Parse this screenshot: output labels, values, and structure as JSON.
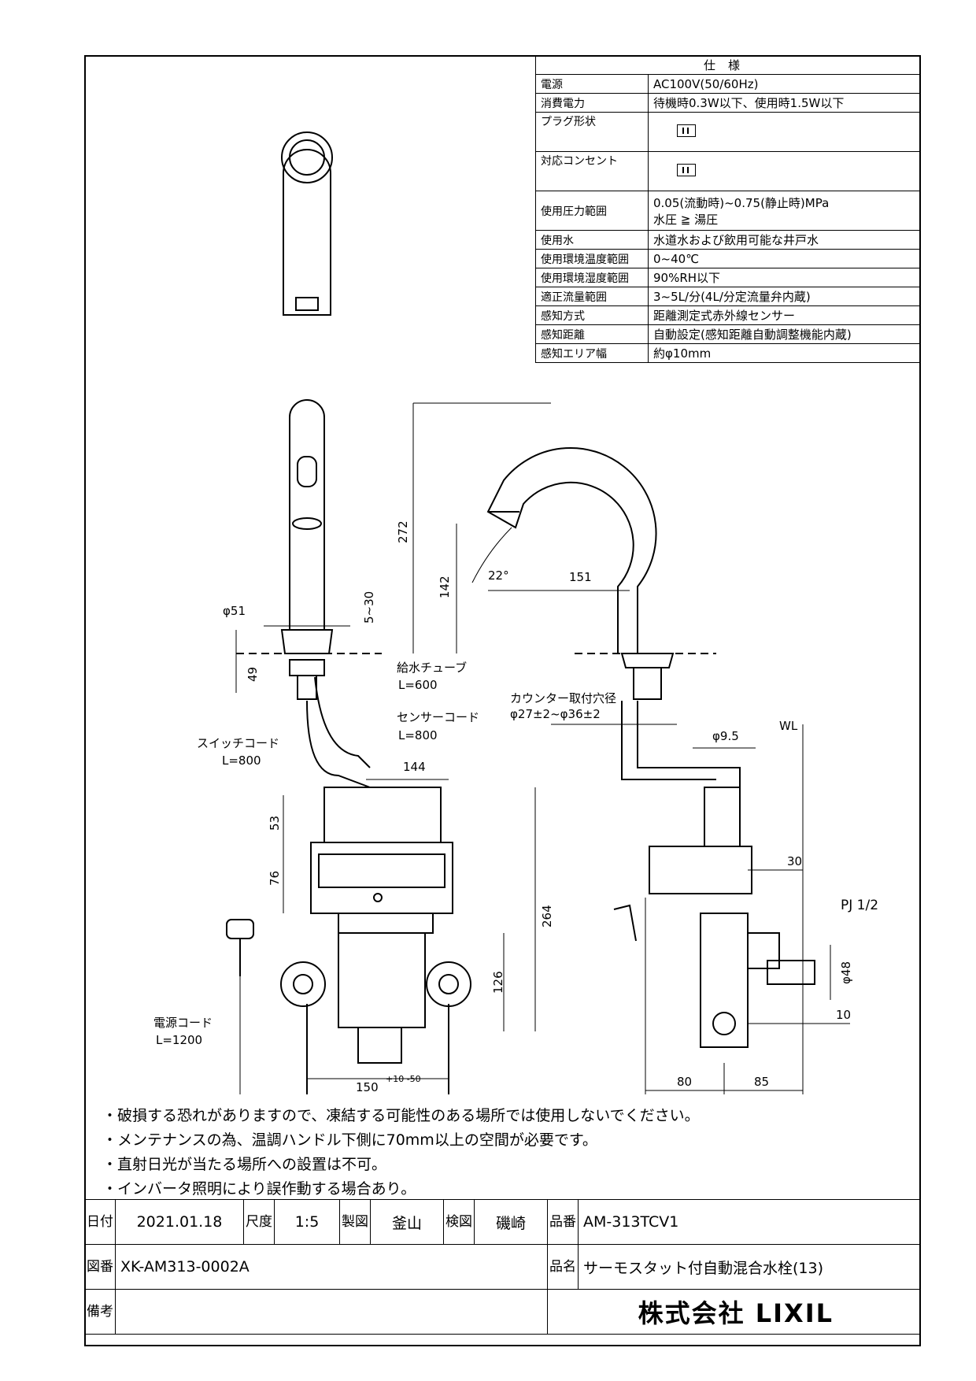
{
  "spec": {
    "header": "仕様",
    "rows": [
      {
        "k": "電源",
        "v": "AC100V(50/60Hz)"
      },
      {
        "k": "消費電力",
        "v": "待機時0.3W以下、使用時1.5W以下"
      },
      {
        "k": "プラグ形状",
        "v": ""
      },
      {
        "k": "対応コンセント",
        "v": ""
      },
      {
        "k": "使用圧力範囲",
        "v": "0.05(流動時)~0.75(静止時)MPa",
        "v2": "水圧 ≧ 湯圧"
      },
      {
        "k": "使用水",
        "v": "水道水および飲用可能な井戸水"
      },
      {
        "k": "使用環境温度範囲",
        "v": "0~40℃"
      },
      {
        "k": "使用環境湿度範囲",
        "v": "90%RH以下"
      },
      {
        "k": "適正流量範囲",
        "v": "3~5L/分(4L/分定流量弁内蔵)"
      },
      {
        "k": "感知方式",
        "v": "距離測定式赤外線センサー"
      },
      {
        "k": "感知距離",
        "v": "自動設定(感知距離自動調整機能内蔵)"
      },
      {
        "k": "感知エリア幅",
        "v": "約φ10mm"
      }
    ]
  },
  "dims": {
    "d272": "272",
    "d142": "142",
    "a22": "22°",
    "d151": "151",
    "phi51": "φ51",
    "d5_30": "5~30",
    "d49": "49",
    "supply_tube": "給水チューブ",
    "supply_tube_len": "L=600",
    "sensor_cord": "センサーコード",
    "sensor_cord_len": "L=800",
    "switch_cord": "スイッチコード",
    "switch_cord_len": "L=800",
    "d144": "144",
    "d53": "53",
    "d76": "76",
    "d264": "264",
    "d126": "126",
    "power_cord": "電源コード",
    "power_cord_len": "L=1200",
    "d150": "150",
    "tol": "+10 -50",
    "counter_hole": "カウンター取付穴径",
    "counter_hole_dia": "φ27±2~φ36±2",
    "phi9_5": "φ9.5",
    "wl": "WL",
    "d30": "30",
    "pj": "PJ 1/2",
    "phi48": "φ48",
    "d10": "10",
    "d80": "80",
    "d85": "85"
  },
  "notes": [
    "・破損する恐れがありますので、凍結する可能性のある場所では使用しないでください。",
    "・メンテナンスの為、温調ハンドル下側に70mm以上の空間が必要です。",
    "・直射日光が当たる場所への設置は不可。",
    "・インバータ照明により誤作動する場合あり。"
  ],
  "title_block": {
    "date_label": "日付",
    "date": "2021.01.18",
    "scale_label": "尺度",
    "scale": "1:5",
    "drawn_label": "製図",
    "drawn": "釜山",
    "checked_label": "検図",
    "checked": "磯崎",
    "product_no_label": "品番",
    "product_no": "AM-313TCV1",
    "drawing_no_label": "図番",
    "drawing_no": "XK-AM313-0002A",
    "product_name_label": "品名",
    "product_name": "サーモスタット付自動混合水栓(13)",
    "remarks_label": "備考",
    "company": "株式会社 LIXIL"
  }
}
